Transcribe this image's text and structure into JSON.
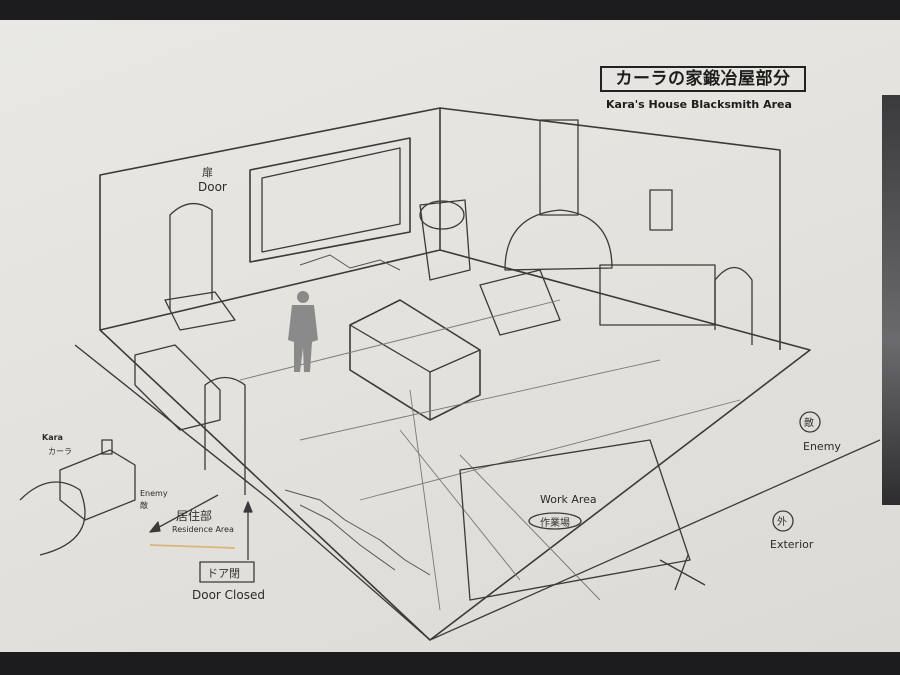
{
  "title": {
    "jp": "カーラの家鍛冶屋部分",
    "en": "Kara's House Blacksmith Area"
  },
  "labels": {
    "door": "Door",
    "enemy_right": "Enemy",
    "work_area": "Work Area",
    "exterior": "Exterior",
    "kara": "Kara",
    "enemy_left": "Enemy",
    "residence_area": "Residence Area",
    "door_closed": "Door Closed"
  },
  "handwritten": {
    "residence_jp": "居住部",
    "door_closed_jp": "ドア閉",
    "work_area_jp": "作業場",
    "kara_jp": "カーラ",
    "enemy_jp": "敵",
    "exterior_jp": "外",
    "door_jp": "扉"
  },
  "colors": {
    "paper": "#e6e4df",
    "ink": "#2a2a2a",
    "figure": "#8a8a8a",
    "background": "#1c1c1e"
  }
}
